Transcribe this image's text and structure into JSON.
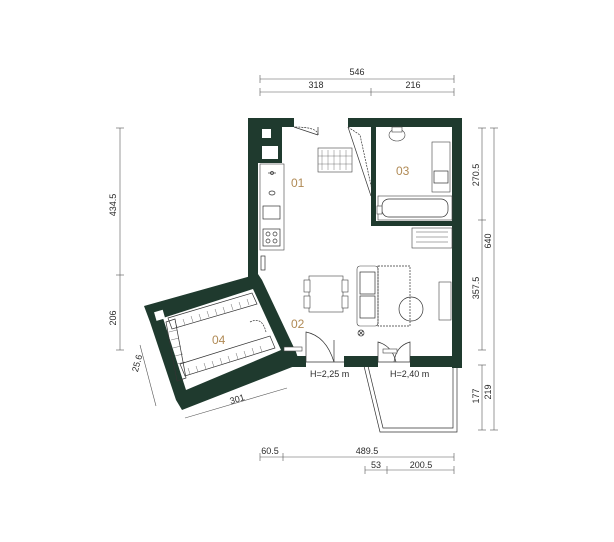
{
  "colors": {
    "wall": "#1f3a2e",
    "room_label": "#b08a55",
    "line": "#333333"
  },
  "rooms": [
    {
      "id": "01"
    },
    {
      "id": "02"
    },
    {
      "id": "03"
    },
    {
      "id": "04"
    }
  ],
  "dimensions": {
    "top_total": "546",
    "top_left": "318",
    "top_right": "216",
    "left_upper": "434.5",
    "left_lower": "206",
    "diag_left": "25.6",
    "diag_bottom": "301",
    "right_upper": "270.5",
    "right_lower": "357.5",
    "right_total": "640",
    "right_balcony_inner": "177",
    "right_balcony_outer": "219",
    "bottom_left": "60.5",
    "bottom_total": "489.5",
    "bottom_small": "53",
    "bottom_right": "200.5"
  },
  "door_heights": {
    "door1": "H=2,25 m",
    "door2": "H=2,40 m"
  }
}
